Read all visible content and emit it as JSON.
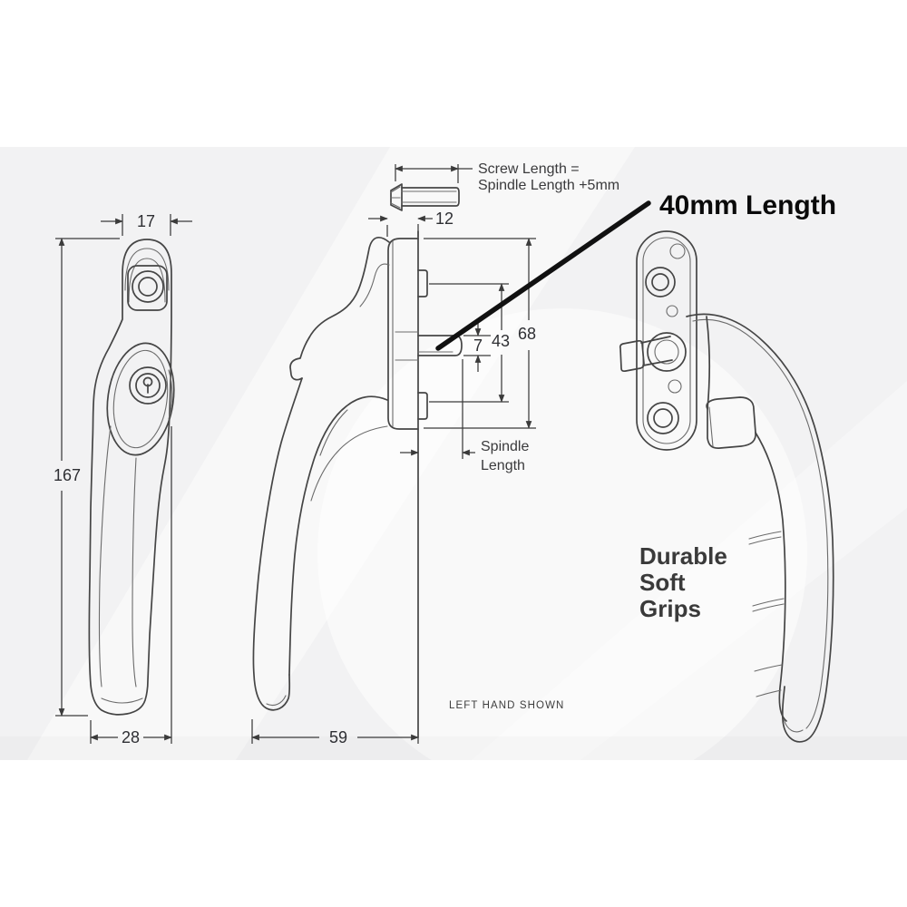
{
  "title": "Window handle technical drawing",
  "views": {
    "front": {
      "label_17": "17",
      "label_167": "167",
      "label_28": "28"
    },
    "side": {
      "screw_note_line1": "Screw Length =",
      "screw_note_line2": "Spindle Length +5mm",
      "label_12": "12",
      "label_7": "7",
      "label_43": "43",
      "label_68": "68",
      "label_59": "59",
      "spindle_label_line1": "Spindle",
      "spindle_label_line2": "Length",
      "footnote": "LEFT HAND SHOWN"
    },
    "perspective": {
      "callout": "40mm Length",
      "grip_note_line1": "Durable",
      "grip_note_line2": "Soft",
      "grip_note_line3": "Grips"
    }
  },
  "colors": {
    "outline": "#454545",
    "dimension": "#3b3b3b",
    "leader": "#111111",
    "callout_text": "#0a0a0a",
    "note_text": "#3a3a3a",
    "background_band": "#f2f2f3"
  }
}
